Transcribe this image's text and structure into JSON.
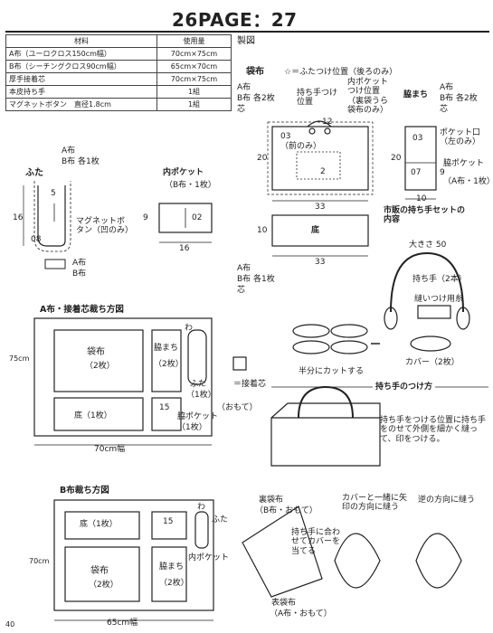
{
  "header": {
    "title": "26PAGE：27"
  },
  "materials": {
    "col_material": "材料",
    "col_amount": "使用量",
    "rows": [
      {
        "name": "A布（ユーロクロス150cm幅）",
        "amount": "70cm×75cm"
      },
      {
        "name": "B布（シーチングクロス90cm幅）",
        "amount": "65cm×70cm"
      },
      {
        "name": "厚手接着芯",
        "amount": "70cm×75cm"
      },
      {
        "name": "本皮持ち手",
        "amount": "1組"
      },
      {
        "name": "マグネットボタン　直径1.8cm",
        "amount": "1組"
      }
    ]
  },
  "seizu": "製図",
  "flap": {
    "a_fabric": "A布",
    "b_fabric": "B布 各1枚",
    "title": "ふた",
    "dim_top": "5",
    "dim_side": "16",
    "dim_bottom": "08",
    "magnet": "マグネットボタン（凹のみ）",
    "a_label": "A布",
    "b_label": "B布"
  },
  "inner_pocket": {
    "title": "内ポケット",
    "sub": "（B布・1枚）",
    "dim_height": "9",
    "dim_width": "16",
    "mark": "02"
  },
  "bag_body": {
    "title": "袋布",
    "note": "☆＝ふたつけ位置（後ろのみ）",
    "a_fabric": "A布",
    "b_fabric": "B布 各2枚",
    "shin": "芯",
    "handle_pos": "持ち手つけ位置",
    "num12": "12",
    "num03": "03",
    "front_only": "（前のみ）",
    "inner_pocket_pos": "内ポケットつけ位置（裏袋うら袋布のみ）",
    "dim_height": "20",
    "dim_width": "33",
    "num2": "2"
  },
  "gusset": {
    "title": "脇まち",
    "a_fabric": "A布",
    "b_fabric": "B布 各2枚",
    "shin": "芯",
    "pocket_mouth": "ポケット口（左のみ）",
    "num03": "03",
    "num07": "07",
    "height": "20",
    "side9": "9",
    "width": "10",
    "side_pocket": "脇ポケット",
    "side_pocket_sub": "（A布・1枚）"
  },
  "bottom": {
    "title": "底",
    "height": "10",
    "width": "33",
    "a_fabric": "A布",
    "b_fabric": "B布 各1枚",
    "shin": "芯"
  },
  "handle_set": {
    "title": "市販の持ち手セットの内容",
    "size": "大きさ 50",
    "handle": "持ち手（2本）",
    "thread": "縫いつけ用糸",
    "cover": "カバー（2枚）",
    "cut_half": "半分にカットする"
  },
  "attach": {
    "title": "持ち手のつけ方",
    "step": "持ち手をつける位置に持ち手をのせて外側を細かく縫って、印をつける。"
  },
  "a_layout": {
    "title": "A布・接着芯裁ち方図",
    "height": "75cm",
    "width": "70cm幅",
    "bag": "袋布",
    "bag_qty": "（2枚）",
    "gusset": "脇まち",
    "gusset_qty": "（2枚）",
    "flap": "ふた",
    "flap_qty": "（1枚）",
    "bottom": "底（1枚）",
    "side_pocket": "脇ポケット",
    "side_pocket_qty": "（1枚）",
    "num15": "15",
    "wa": "わ",
    "shin_note": "＝接着芯",
    "adhesive_note": "（おもて）"
  },
  "b_layout": {
    "title": "B布裁ち方図",
    "height": "70cm",
    "width": "65cm幅",
    "bottom": "底（1枚）",
    "num15": "15",
    "bag": "袋布",
    "bag_qty": "（2枚）",
    "gusset": "脇まち",
    "gusset_qty": "（2枚）",
    "flap": "ふた",
    "inner_pocket": "内ポケット",
    "wa": "わ"
  },
  "sewing": {
    "lining": "裏袋布",
    "lining_sub": "（B布・おもて）",
    "outer": "表袋布",
    "outer_sub": "（A布・おもて）",
    "instr1": "持ち手に合わせてカバーを当てる",
    "instr2": "カバーと一緒に矢印の方向に縫う",
    "instr3": "逆の方向に縫う"
  },
  "page_number": "40"
}
